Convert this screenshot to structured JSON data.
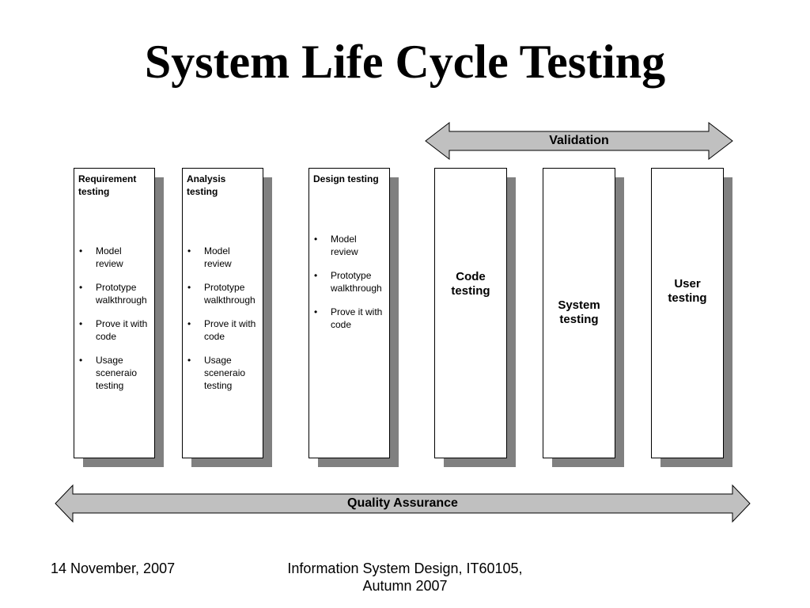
{
  "slide": {
    "title": "System Life Cycle Testing",
    "validation_label": "Validation",
    "qa_label": "Quality Assurance",
    "boxes": [
      {
        "title": "Requirement testing",
        "items": [
          "Model review",
          "Prototype walkthrough",
          "Prove it with code",
          "Usage sceneraio testing"
        ]
      },
      {
        "title": "Analysis testing",
        "items": [
          "Model review",
          "Prototype walkthrough",
          "Prove it with code",
          "Usage sceneraio testing"
        ]
      },
      {
        "title": "Design testing",
        "items": [
          "Model review",
          "Prototype walkthrough",
          "Prove it with code"
        ]
      },
      {
        "label": "Code testing"
      },
      {
        "label": "System testing"
      },
      {
        "label": "User testing"
      }
    ],
    "footer_date": "14 November, 2007",
    "footer_course": "Information System Design, IT60105, Autumn 2007"
  },
  "colors": {
    "arrow_fill": "#c0c0c0",
    "shadow": "#808080"
  }
}
